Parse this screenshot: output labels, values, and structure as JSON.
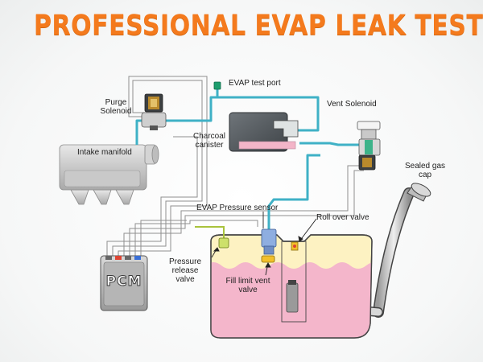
{
  "title": "PROFESSIONAL EVAP LEAK TEST",
  "labels": {
    "evap_test_port": "EVAP test port",
    "purge_solenoid_1": "Purge",
    "purge_solenoid_2": "Solenoid",
    "vent_solenoid": "Vent Solenoid",
    "charcoal_canister_1": "Charcoal",
    "charcoal_canister_2": "canister",
    "intake_manifold": "Intake manifold",
    "sealed_gas_cap_1": "Sealed gas",
    "sealed_gas_cap_2": "cap",
    "evap_pressure_sensor": "EVAP Pressure sensor",
    "roll_over_valve": "Roll over valve",
    "pressure_release_1": "Pressure",
    "pressure_release_2": "release",
    "pressure_release_3": "valve",
    "fill_limit_1": "Fill limit vent",
    "fill_limit_2": "valve",
    "pcm": "PCM"
  },
  "colors": {
    "title": "#f47a1d",
    "vapor_hose": "#3fb1c6",
    "fuel": "#f4b6cb",
    "tank": "#fdf2c2",
    "wire": "#8a8a8a",
    "test_port": "#1e9e6e"
  }
}
